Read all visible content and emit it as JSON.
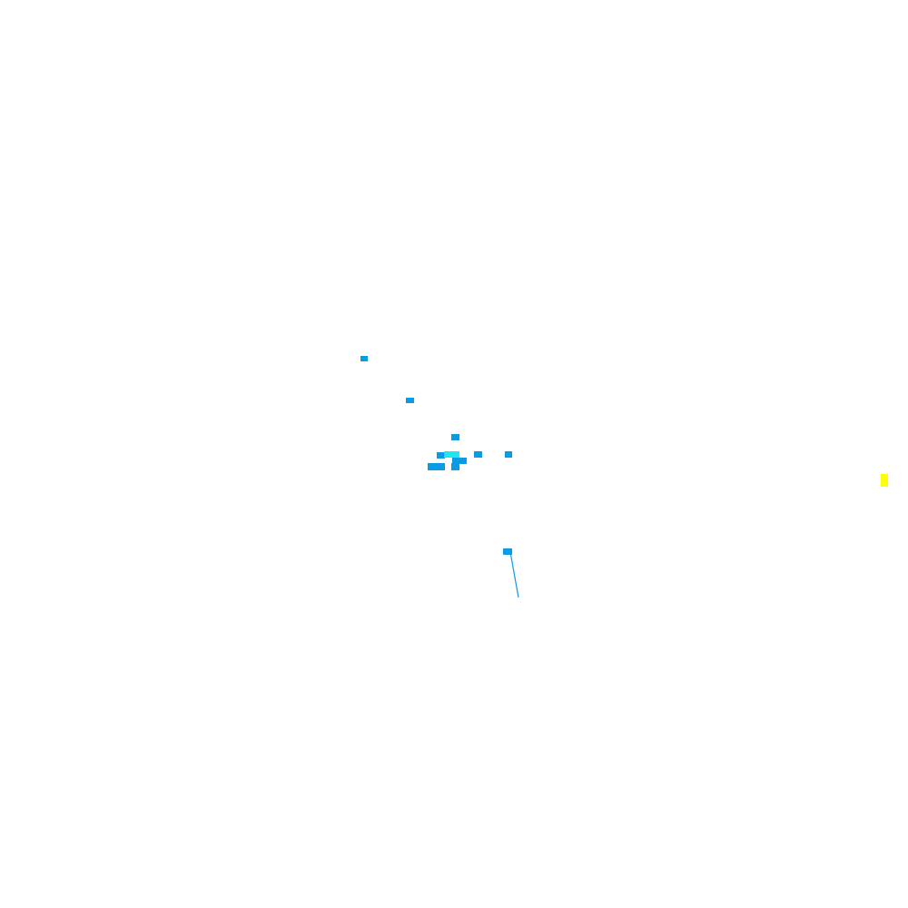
{
  "colors": {
    "background": "#ffffff",
    "marker": "#0a9be6",
    "highlight": "#1fe6f0",
    "accent": "#ffff00",
    "trail": "#0a9be6"
  },
  "scene": {
    "marker_count": 11,
    "highlight_count": 1,
    "accent_count": 1,
    "trail_count": 1
  }
}
